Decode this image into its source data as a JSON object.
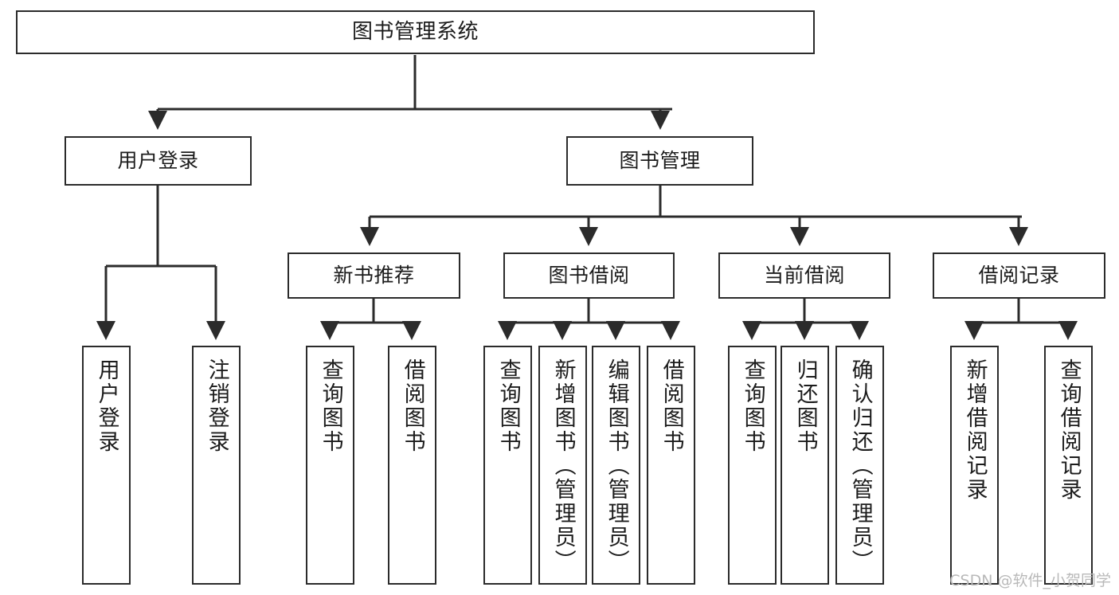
{
  "diagram": {
    "title": "图书管理系统",
    "type": "tree",
    "stroke_color": "#2b2b2b",
    "background_color": "#ffffff",
    "text_color": "#1c1c1c"
  },
  "nodes": {
    "root": {
      "label": "图书管理系统"
    },
    "level2": [
      {
        "id": "user-login",
        "label": "用户登录"
      },
      {
        "id": "book-manage",
        "label": "图书管理"
      }
    ],
    "level3": [
      {
        "id": "new-book-rec",
        "label": "新书推荐"
      },
      {
        "id": "book-borrow",
        "label": "图书借阅"
      },
      {
        "id": "current-borrow",
        "label": "当前借阅"
      },
      {
        "id": "borrow-record",
        "label": "借阅记录"
      }
    ],
    "leaves": {
      "user_login": [
        {
          "id": "leaf-user-login",
          "label": "用户登录"
        },
        {
          "id": "leaf-logout",
          "label": "注销登录"
        }
      ],
      "new_book_rec": [
        {
          "id": "leaf-query-book-1",
          "label": "查询图书"
        },
        {
          "id": "leaf-borrow-book-1",
          "label": "借阅图书"
        }
      ],
      "book_borrow": [
        {
          "id": "leaf-query-book-2",
          "label": "查询图书"
        },
        {
          "id": "leaf-add-book",
          "label": "新增图书（管理员）"
        },
        {
          "id": "leaf-edit-book",
          "label": "编辑图书（管理员）"
        },
        {
          "id": "leaf-borrow-book-2",
          "label": "借阅图书"
        }
      ],
      "current_borrow": [
        {
          "id": "leaf-query-book-3",
          "label": "查询图书"
        },
        {
          "id": "leaf-return-book",
          "label": "归还图书"
        },
        {
          "id": "leaf-confirm-return",
          "label": "确认归还（管理员）"
        }
      ],
      "borrow_record": [
        {
          "id": "leaf-add-record",
          "label": "新增借阅记录"
        },
        {
          "id": "leaf-query-record",
          "label": "查询借阅记录"
        }
      ]
    }
  },
  "watermark": {
    "text": "CSDN @软件_小贺同学"
  }
}
